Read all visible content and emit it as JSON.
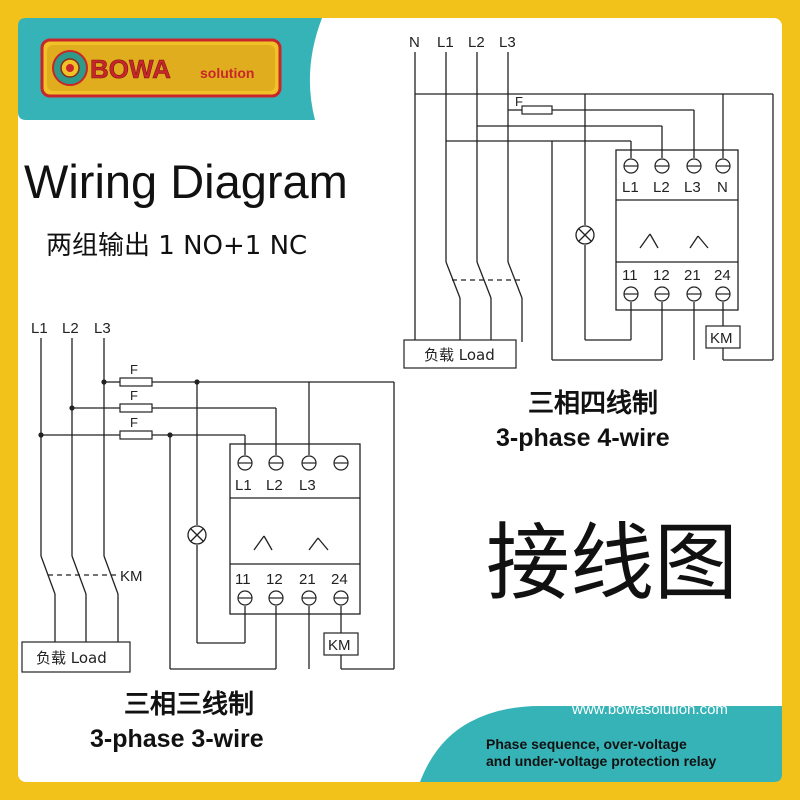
{
  "brand": {
    "name": "BOWA",
    "suffix": "solution",
    "website": "www.bowasolution.com",
    "tagline_line1": "Phase sequence, over-voltage",
    "tagline_line2": "and under-voltage protection relay"
  },
  "heading": {
    "title": "Wiring Diagram",
    "subtitle": "两组输出 1 NO+1 NC",
    "big_chinese": "接线图"
  },
  "four_wire": {
    "inputs": [
      "N",
      "L1",
      "L2",
      "L3"
    ],
    "fuse_label": "F",
    "top_terminals": [
      "L1",
      "L2",
      "L3",
      "N"
    ],
    "bottom_terminals": [
      "11",
      "12",
      "21",
      "24"
    ],
    "contactor_label": "KM",
    "load_label": "负载 Load",
    "caption_cn": "三相四线制",
    "caption_en": "3-phase 4-wire"
  },
  "three_wire": {
    "inputs": [
      "L1",
      "L2",
      "L3"
    ],
    "fuse_labels": [
      "F",
      "F",
      "F"
    ],
    "top_terminals": [
      "L1",
      "L2",
      "L3"
    ],
    "bottom_terminals": [
      "11",
      "12",
      "21",
      "24"
    ],
    "contactor_label": "KM",
    "switch_label": "KM",
    "load_label": "负载 Load",
    "caption_cn": "三相三线制",
    "caption_en": "3-phase 3-wire"
  },
  "colors": {
    "border": "#f2c21a",
    "panel": "#ffffff",
    "teal": "#35b3b7",
    "logo_gold": "#d9a21b",
    "logo_red": "#c8262a",
    "line": "#222222"
  }
}
